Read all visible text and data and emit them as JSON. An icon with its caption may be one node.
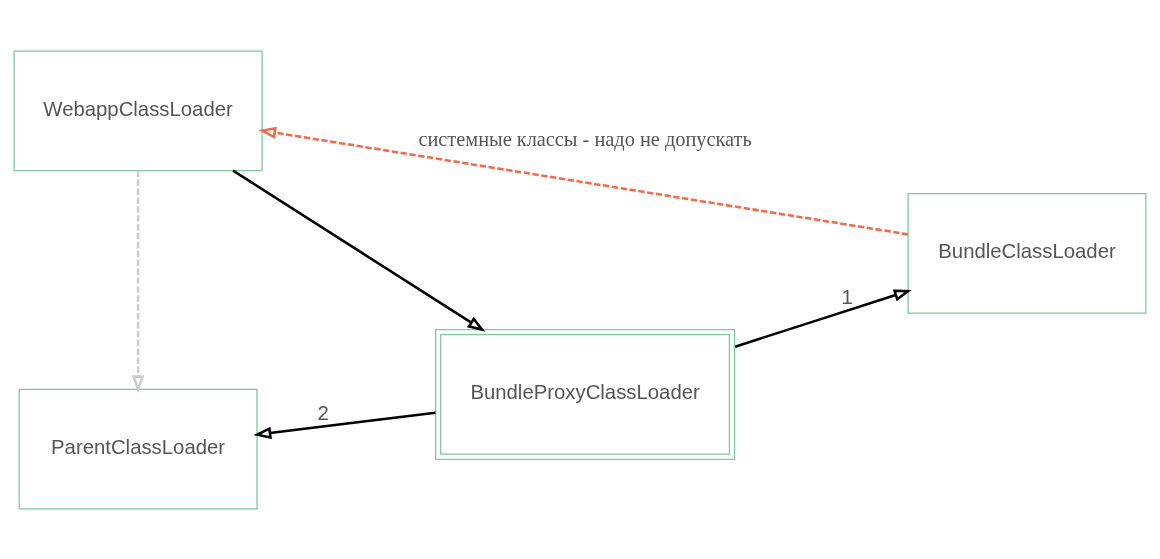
{
  "diagram": {
    "nodes": [
      {
        "text": [
          "ParentClassLoader"
        ]
      },
      {
        "text": [
          "BundleProxyClassLoader"
        ]
      },
      {
        "text": [
          "WebappClassLoader"
        ]
      },
      {
        "text": [
          "BundleClassLoader"
        ]
      }
    ],
    "edges": [
      {
        "from": 1,
        "to": 0,
        "arrow": "to",
        "label": "2"
      },
      {
        "from": 1,
        "to": 3,
        "arrow": "to",
        "label": "1"
      },
      {
        "from": 2,
        "to": 1,
        "arrow": "to"
      },
      {
        "from": 2,
        "to": 0,
        "arrow": "to",
        "style": "dashed",
        "color": "#cccccc"
      },
      {
        "from": 3,
        "to": 2,
        "arrow": "to",
        "style": "dashed",
        "color": "#f26a4b",
        "label": "системные классы - надо не допускать"
      }
    ]
  }
}
